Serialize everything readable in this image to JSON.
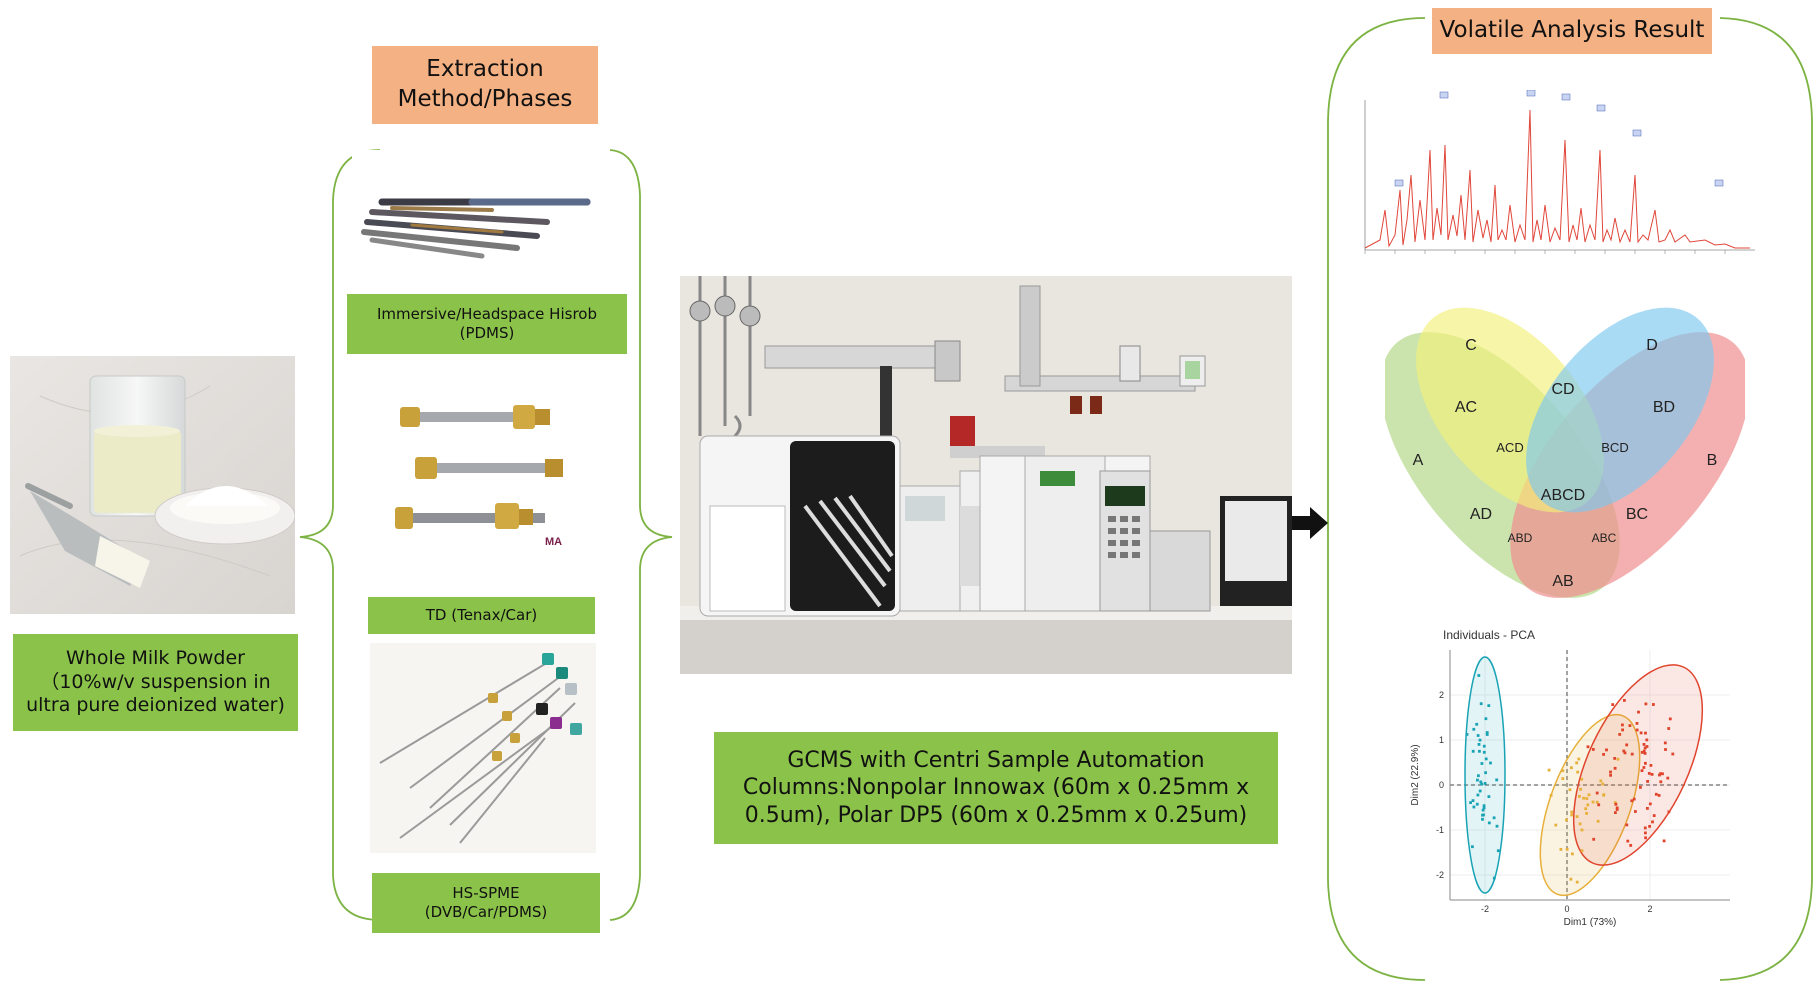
{
  "sample": {
    "label_line1": "Whole Milk Powder",
    "label_line2": "（10%w/v suspension in",
    "label_line3": "ultra pure deionized water)"
  },
  "extraction": {
    "header_line1": "Extraction",
    "header_line2": "Method/Phases",
    "methods": [
      {
        "line1": "Immersive/Headspace Hisrob",
        "line2": "(PDMS)"
      },
      {
        "line1": "TD (Tenax/Car)",
        "line2": ""
      },
      {
        "line1": "HS-SPME",
        "line2": "(DVB/Car/PDMS)"
      }
    ],
    "td_logo": "MA"
  },
  "instrument": {
    "line1": "GCMS with Centri Sample Automation",
    "line2": "Columns:Nonpolar Innowax (60m x 0.25mm x",
    "line3": "0.5um), Polar DP5 (60m x 0.25mm x 0.25um)"
  },
  "result": {
    "header": "Volatile Analysis Result",
    "venn": {
      "sets": [
        "A",
        "B",
        "C",
        "D"
      ],
      "regions": [
        "AC",
        "CD",
        "BD",
        "ACD",
        "BCD",
        "ABCD",
        "AD",
        "BC",
        "ABD",
        "ABC",
        "AB"
      ],
      "colors": {
        "A": "#b5d98a",
        "B": "#ef8f8f",
        "C": "#f2ef7a",
        "D": "#7dc8ef"
      }
    },
    "pca": {
      "title": "Individuals - PCA",
      "xlabel": "Dim1 (73%)",
      "ylabel": "Dim2 (22.9%)",
      "xticks": [
        "-2",
        "0",
        "2"
      ],
      "yticks": [
        "2",
        "1",
        "0",
        "-1",
        "-2"
      ],
      "colors": {
        "cluster1": "#1aa3b5",
        "cluster2": "#e6b03a",
        "cluster3": "#e0442d"
      }
    }
  },
  "icons": {
    "arrow": "right-arrow-icon"
  }
}
